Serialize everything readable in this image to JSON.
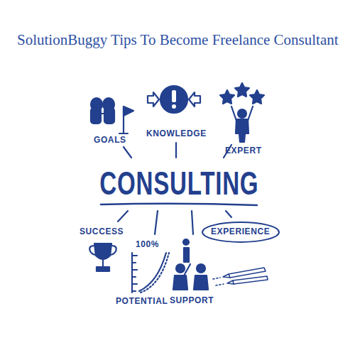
{
  "diagram": {
    "title": "SolutionBuggy Tips To Become Freelance Consultant",
    "nodes": [
      {
        "text": [
          "EXPERIENCE"
        ]
      }
    ],
    "labels": [
      "GOALS",
      "KNOWLEDGE",
      "EXPERT",
      "CONSULTING",
      "SUCCESS",
      "100%",
      "POTENTIAL",
      "SUPPORT"
    ]
  }
}
